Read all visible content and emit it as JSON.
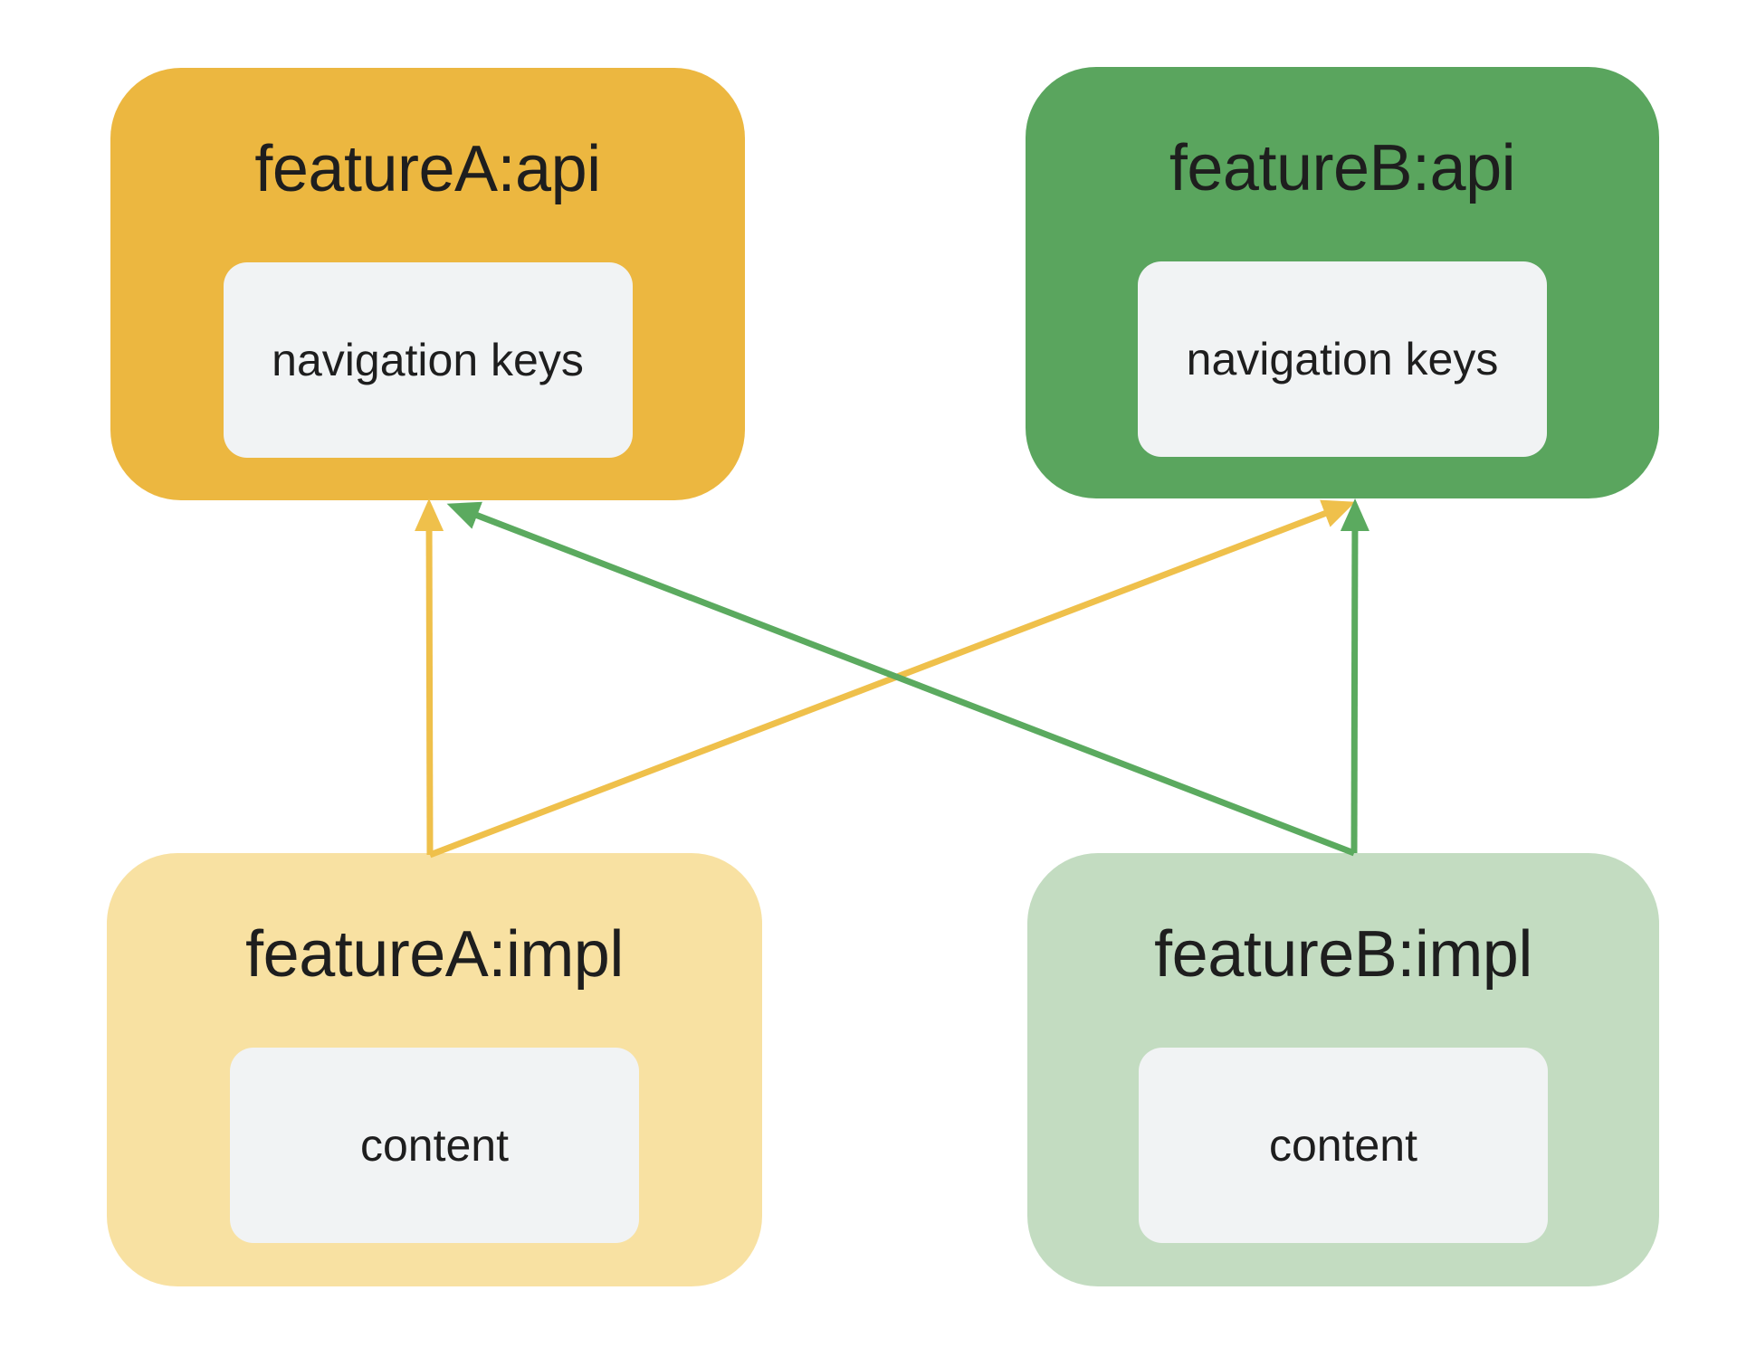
{
  "diagram": {
    "background_color": "#ffffff",
    "text_color": "#1e1e1e",
    "inner_box_fill": "#f1f3f4",
    "nodes": [
      {
        "id": "featureA:api",
        "title": "featureA:api",
        "inner_label": "navigation keys",
        "fill": "#ecb740",
        "feature": "A",
        "layer": "api"
      },
      {
        "id": "featureB:api",
        "title": "featureB:api",
        "inner_label": "navigation keys",
        "fill": "#5aa55e",
        "feature": "B",
        "layer": "api"
      },
      {
        "id": "featureA:impl",
        "title": "featureA:impl",
        "inner_label": "content",
        "fill": "#f8e1a2",
        "feature": "A",
        "layer": "impl"
      },
      {
        "id": "featureB:impl",
        "title": "featureB:impl",
        "inner_label": "content",
        "fill": "#c3dcc1",
        "feature": "B",
        "layer": "impl"
      }
    ],
    "edges": [
      {
        "from": "featureA:impl",
        "to": "featureA:api",
        "color": "#efc04b",
        "style": "arrow-up"
      },
      {
        "from": "featureA:impl",
        "to": "featureB:api",
        "color": "#efc04b",
        "style": "arrow-up"
      },
      {
        "from": "featureB:impl",
        "to": "featureB:api",
        "color": "#5baa5f",
        "style": "arrow-up"
      },
      {
        "from": "featureB:impl",
        "to": "featureA:api",
        "color": "#5baa5f",
        "style": "arrow-up"
      }
    ]
  }
}
